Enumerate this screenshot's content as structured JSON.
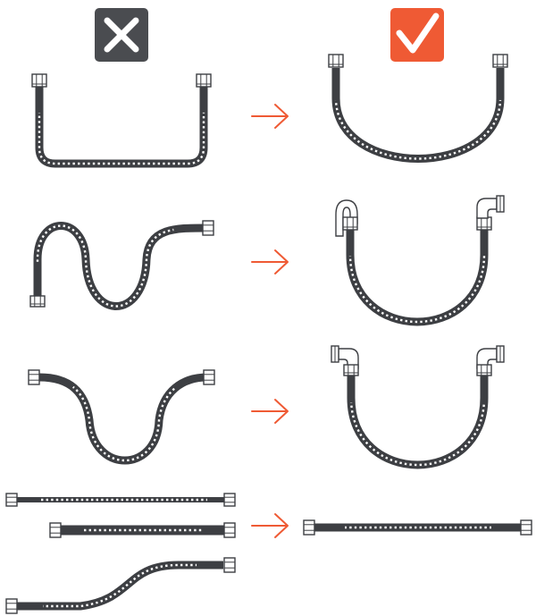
{
  "colors": {
    "bad_badge": "#4a4c50",
    "good_badge": "#ef5a34",
    "hose": "#3d3f43",
    "arrow": "#ef5a34",
    "background": "#ffffff"
  },
  "icons": {
    "bad": "x-mark-icon",
    "good": "check-mark-icon",
    "arrow": "arrow-right-icon"
  },
  "rows": [
    {
      "id": "row-1",
      "wrong": "hose-sagging-long",
      "right": "hose-gentle-u-curve"
    },
    {
      "id": "row-2",
      "wrong": "hose-s-bend-kinked",
      "right": "hose-u-curve-with-gooseneck-and-elbow"
    },
    {
      "id": "row-3",
      "wrong": "hose-wavy-u",
      "right": "hose-u-curve-with-elbows"
    },
    {
      "id": "row-4",
      "wrong": "hoses-overstretched-compressed-offset",
      "right": "hose-straight-correct-length"
    }
  ]
}
